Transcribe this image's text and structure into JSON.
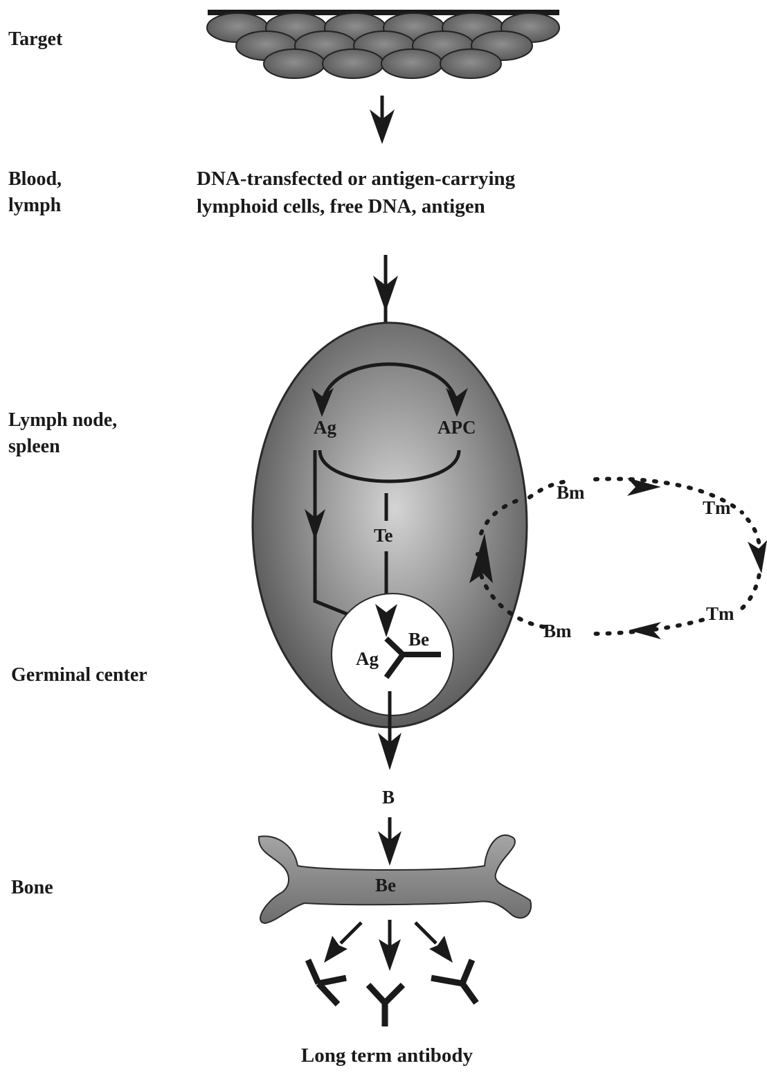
{
  "stages": {
    "target": "Target",
    "blood_line1": "Blood,",
    "blood_line2": "lymph",
    "lymph_line1": "Lymph node,",
    "lymph_line2": "spleen",
    "germinal": "Germinal center",
    "bone": "Bone"
  },
  "carriers": {
    "line1": "DNA-transfected or antigen-carrying",
    "line2": "lymphoid cells, free DNA, antigen"
  },
  "node": {
    "ag": "Ag",
    "apc": "APC",
    "te": "Te",
    "gc_ag": "Ag",
    "gc_be": "Be"
  },
  "memory_loop": {
    "bm_top": "Bm",
    "tm_top": "Tm",
    "tm_bottom": "Tm",
    "bm_bottom": "Bm"
  },
  "b_cell": "B",
  "bone_be": "Be",
  "result": "Long term antibody",
  "colors": {
    "ink": "#1a1a1a",
    "node_dark": "#505050",
    "node_light": "#c8c8c8",
    "cell": "#7a7a7a",
    "bone": "#8c8c8c"
  }
}
